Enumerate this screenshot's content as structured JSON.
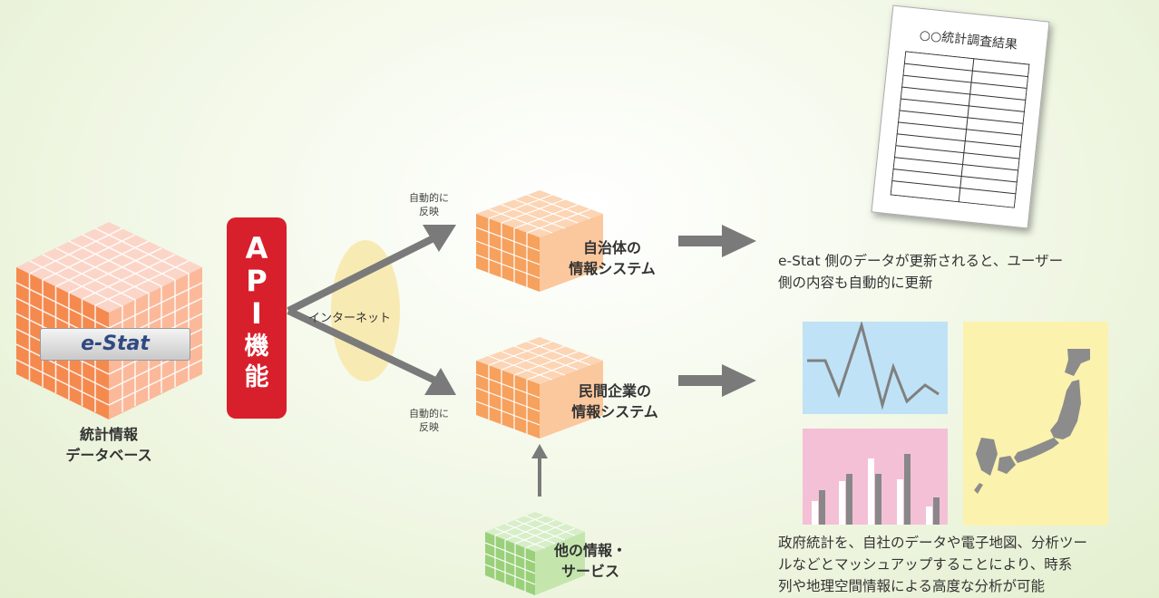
{
  "db": {
    "logo": "e-Stat",
    "label_line1": "統計情報",
    "label_line2": "データベース"
  },
  "api": {
    "l1": "A",
    "l2": "P",
    "l3": "I",
    "l4": "機",
    "l5": "能"
  },
  "internet_label": "インターネット",
  "auto_top": {
    "line1": "自動的に",
    "line2": "反映"
  },
  "auto_bottom": {
    "line1": "自動的に",
    "line2": "反映"
  },
  "local_gov": {
    "line1": "自治体の",
    "line2": "情報システム"
  },
  "private": {
    "line1": "民間企業の",
    "line2": "情報システム"
  },
  "other": {
    "line1": "他の情報・",
    "line2": "サービス"
  },
  "survey_title": "○○統計調査結果",
  "desc_top": {
    "line1": "e-Stat 側のデータが更新されると、ユーザー",
    "line2": "側の内容も自動的に更新"
  },
  "desc_bottom": {
    "line1": "政府統計を、自社のデータや電子地図、分析ツー",
    "line2": "ルなどとマッシュアップすることにより、時系",
    "line3": "列や地理空間情報による高度な分析が可能"
  },
  "colors": {
    "api_red": "#d8202c",
    "cube_orange": "#f6a15e",
    "cube_green": "#9ad07a",
    "chart_blue": "#bfe2f6",
    "chart_pink": "#f4c0d6",
    "map_yellow": "#fbf2ae",
    "arrow_gray": "#7a7a7a"
  }
}
